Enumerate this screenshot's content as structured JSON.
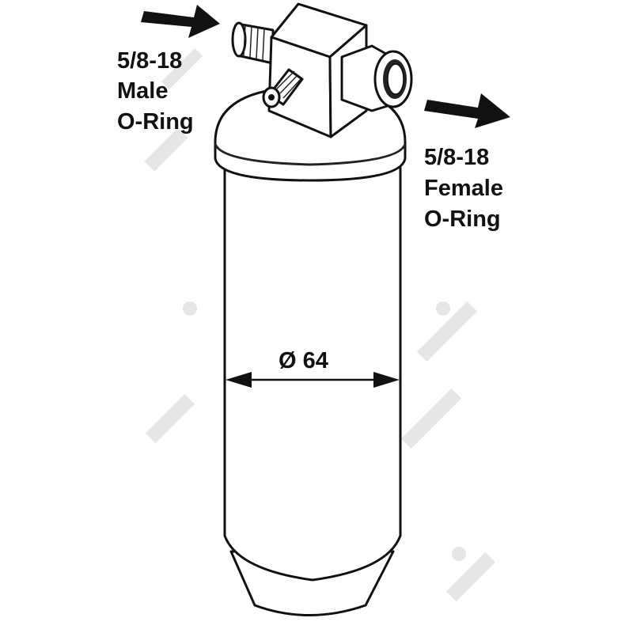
{
  "labels": {
    "inlet_thread": "5/8-18",
    "inlet_type": "Male",
    "inlet_seal": "O-Ring",
    "outlet_thread": "5/8-18",
    "outlet_type": "Female",
    "outlet_seal": "O-Ring",
    "diameter": "Ø 64"
  },
  "colors": {
    "line": "#111111",
    "watermark": "#e6e6e6"
  }
}
